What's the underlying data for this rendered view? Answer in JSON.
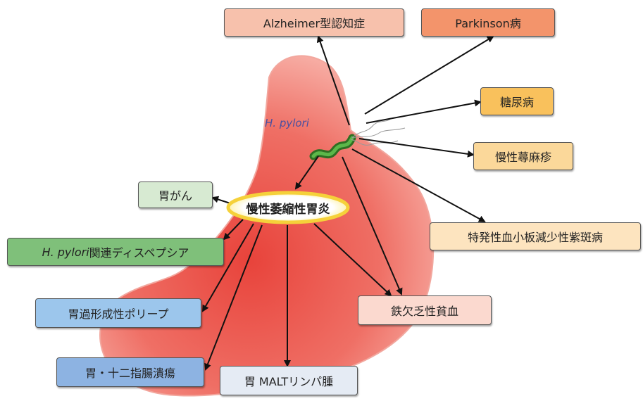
{
  "bacterium_label": "H. pylori",
  "center_node": "慢性萎縮性胃炎",
  "top_nodes": {
    "alzheimer": "Alzheimer型認知症",
    "parkinson": "Parkinson病",
    "diabetes": "糖尿病",
    "urticaria": "慢性蕁麻疹",
    "itp": "特発性血小板減少性紫斑病"
  },
  "gastric_nodes": {
    "cancer": "胃がん",
    "dyspepsia_italic": "H. pylori",
    "dyspepsia_rest": "関連ディスペプシア",
    "polyp": "胃過形成性ポリープ",
    "ulcer": "胃・十二指腸潰瘍",
    "malt": "胃 MALTリンパ腫",
    "anemia": "鉄欠乏性貧血"
  },
  "colors": {
    "stomach": "#ec7d72",
    "stomach_dark": "#d9534a",
    "alzheimer_fill": "#f7c1ac",
    "parkinson_fill": "#f3946b",
    "diabetes_fill": "#f9c15c",
    "urticaria_fill": "#fbd89a",
    "itp_fill": "#fde4bf",
    "cancer_fill": "#d7ead2",
    "dyspepsia_fill": "#7fc07a",
    "polyp_fill": "#9cc6ec",
    "ulcer_fill": "#8db3e2",
    "malt_fill": "#e5ebf4",
    "anemia_fill": "#fbd9cf",
    "bacterium": "#3a8a2c"
  }
}
